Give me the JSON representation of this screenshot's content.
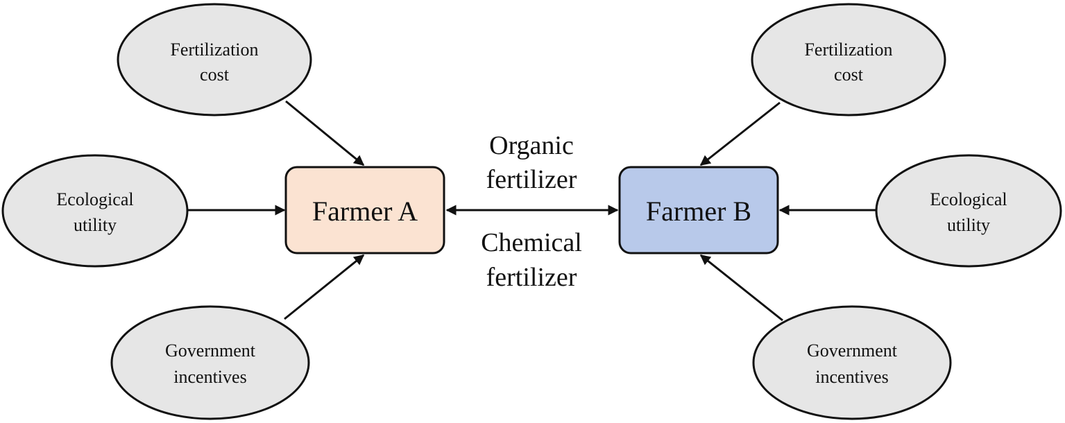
{
  "nodes": {
    "farmer_a": {
      "label": "Farmer A",
      "fill": "#fbe3d2"
    },
    "farmer_b": {
      "label": "Farmer B",
      "fill": "#b8c9ea"
    },
    "left": {
      "cost": {
        "line1": "Fertilization",
        "line2": "cost"
      },
      "eco": {
        "line1": "Ecological",
        "line2": "utility"
      },
      "gov": {
        "line1": "Government",
        "line2": "incentives"
      }
    },
    "right": {
      "cost": {
        "line1": "Fertilization",
        "line2": "cost"
      },
      "eco": {
        "line1": "Ecological",
        "line2": "utility"
      },
      "gov": {
        "line1": "Government",
        "line2": "incentives"
      }
    }
  },
  "exchange": {
    "top_line1": "Organic",
    "top_line2": "fertilizer",
    "bottom_line1": "Chemical",
    "bottom_line2": "fertilizer"
  },
  "colors": {
    "ellipse_fill": "#e6e6e6",
    "stroke": "#111111"
  }
}
